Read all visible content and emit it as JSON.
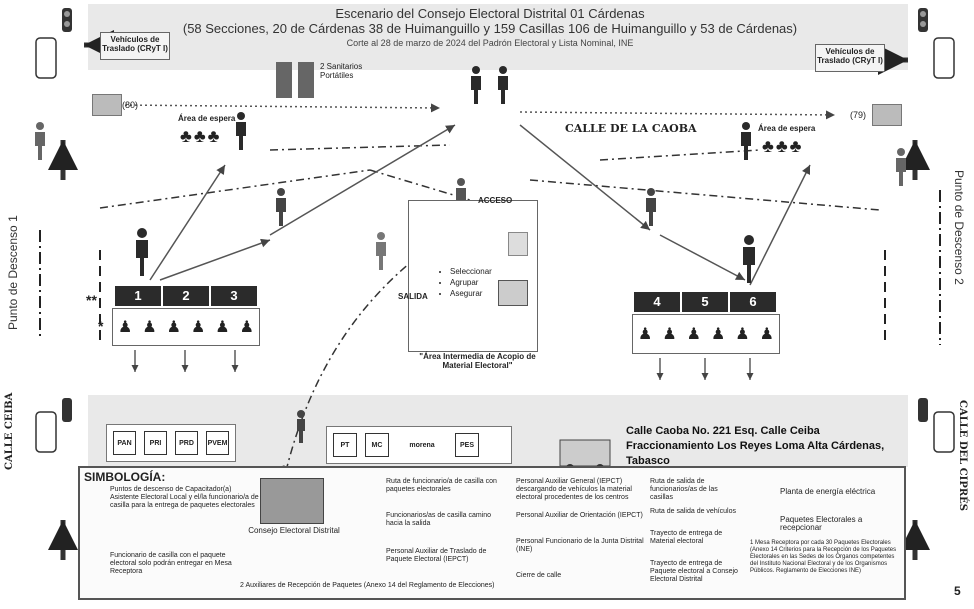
{
  "title": {
    "line1": "Escenario del Consejo Electoral Distrital 01 Cárdenas",
    "line2": "(58 Secciones, 20 de Cárdenas 38 de Huimanguillo y 159 Casillas 106 de Huimanguillo y 53 de Cárdenas)",
    "line3": "Corte al 28 de marzo de 2024 del Padrón Electoral y Lista Nominal, INE"
  },
  "vehicles": {
    "left": "Vehículos de Traslado (CRyT I)",
    "right": "Vehículos de Traslado (CRyT I)"
  },
  "counts": {
    "left": "(80)",
    "right": "(79)"
  },
  "sanitarios": "2 Sanitarios Portátiles",
  "waiting": {
    "left": "Área de espera",
    "right": "Área de espera"
  },
  "streets": {
    "caoba": "CALLE DE LA CAOBA",
    "ceiba": "CALLE CEIBA",
    "cipres": "CALLE DEL CIPRÉS"
  },
  "side_labels": {
    "left": "Punto de Descenso 1",
    "right": "Punto de Descenso 2"
  },
  "center": {
    "acceso": "ACCESO",
    "salida": "SALIDA",
    "steps": [
      "Seleccionar",
      "Agrupar",
      "Asegurar"
    ],
    "area": "\"Área Intermedia de Acopio de Material Electoral\""
  },
  "booths_left": [
    "1",
    "2",
    "3"
  ],
  "booths_right": [
    "4",
    "5",
    "6"
  ],
  "asterisks": [
    "**",
    "*"
  ],
  "parties_left": [
    "PAN",
    "PRI",
    "PRD",
    "PVEM"
  ],
  "parties_right": [
    "PT",
    "MC",
    "morena",
    "PES"
  ],
  "address": [
    "Calle Caoba No. 221 Esq. Calle Ceiba",
    "Fraccionamiento Los Reyes Loma Alta Cárdenas,",
    "Tabasco"
  ],
  "consejo": "Consejo Electoral Distrital",
  "legend": {
    "title": "SIMBOLOGÍA:",
    "items": [
      "Puntos de descenso de Capacitador(a) Asistente Electoral Local y el/la funcionario/a de casilla para la entrega de paquetes electorales",
      "Funcionario de casilla con el paquete electoral solo podrán entregar en Mesa Receptora",
      "2 Auxiliares de Recepción de Paquetes (Anexo 14 del Reglamento de Elecciones)",
      "Ruta de funcionario/a de casilla con paquetes electorales",
      "Funcionarios/as de casilla camino hacia la salida",
      "Personal Auxiliar de Traslado de Paquete Electoral (IEPCT)",
      "Personal Auxiliar General (IEPCT) descargando de vehículos la material electoral procedentes de los centros",
      "Personal Auxiliar de Orientación (IEPCT)",
      "Personal Funcionario de la Junta Distrital (INE)",
      "Cierre de calle",
      "Ruta de salida de funcionarios/as de las casillas",
      "Ruta de salida de vehículos",
      "Trayecto de entrega de Material electoral",
      "Trayecto de entrega de Paquete electoral a Consejo Electoral Distrital",
      "Planta de energía eléctrica",
      "Paquetes Electorales a recepcionar",
      "1 Mesa Receptora por cada 30 Paquetes Electorales (Anexo 14 Criterios para la Recepción de los Paquetes Electorales en las Sedes de los Órganos competentes del Instituto Nacional Electoral y de los Organismos Públicos. Reglamento de Elecciones INE)"
    ]
  },
  "page_number": "5"
}
